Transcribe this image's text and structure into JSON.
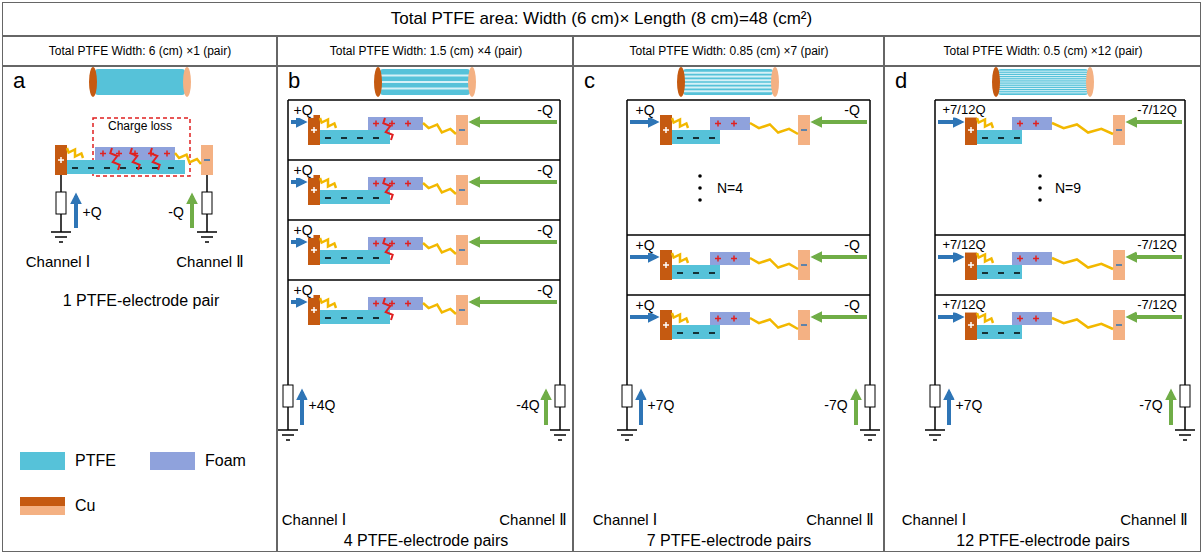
{
  "diagram": {
    "title": "Total PTFE area: Width (6 cm)× Length (8 cm)=48 (cm²)",
    "nodes": [
      {
        "text": [
          "Total PTFE Width: 6 (cm) ×1 (pair)"
        ]
      },
      {
        "text": [
          "Total PTFE Width: 1.5 (cm) ×4 (pair)"
        ]
      },
      {
        "text": [
          "Total PTFE Width: 0.85 (cm) ×7 (pair)"
        ]
      },
      {
        "text": [
          "Total PTFE Width: 0.5 (cm) ×12 (pair)"
        ]
      },
      {
        "text": [
          "a",
          "1 PTFE-electrode pair"
        ]
      },
      {
        "text": [
          "b",
          "4 PTFE-electrode pairs"
        ]
      },
      {
        "text": [
          "c",
          "7 PTFE-electrode pairs"
        ]
      },
      {
        "text": [
          "d",
          "12 PTFE-electrode pairs"
        ]
      }
    ],
    "labels": [
      "Charge loss",
      "+Q",
      "-Q",
      "Channel Ⅰ",
      "Channel Ⅱ",
      "+Q",
      "-Q",
      "+Q",
      "-Q",
      "+Q",
      "-Q",
      "+Q",
      "-Q",
      "+4Q",
      "-4Q",
      "Channel Ⅰ",
      "Channel Ⅱ",
      "+Q",
      "-Q",
      "N=4",
      "+Q",
      "-Q",
      "+Q",
      "-Q",
      "+7Q",
      "-7Q",
      "Channel Ⅰ",
      "Channel Ⅱ",
      "+7/12Q",
      "-7/12Q",
      "N=9",
      "+7/12Q",
      "-7/12Q",
      "+7/12Q",
      "-7/12Q",
      "+7Q",
      "-7Q",
      "Channel Ⅰ",
      "Channel Ⅱ"
    ],
    "legend": [
      {
        "text": "PTFE",
        "color": "#56c2d9"
      },
      {
        "text": "Foam",
        "color": "#8fa2dc"
      },
      {
        "text": "Cu"
      }
    ]
  }
}
